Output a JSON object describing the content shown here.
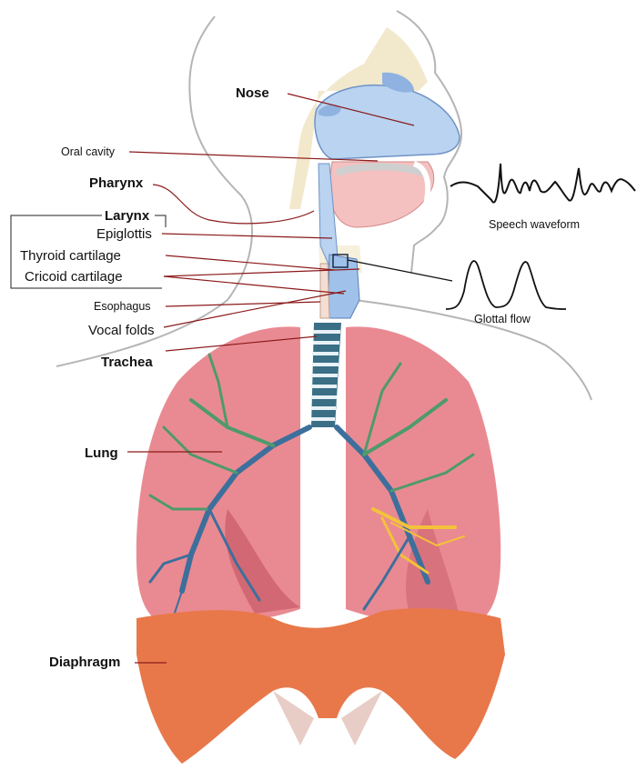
{
  "labels": {
    "nose": "Nose",
    "oral_cavity": "Oral cavity",
    "pharynx": "Pharynx",
    "larynx": "Larynx",
    "epiglottis": "Epiglottis",
    "thyroid_cartilage": "Thyroid cartilage",
    "cricoid_cartilage": "Cricoid cartilage",
    "esophagus": "Esophagus",
    "vocal_folds": "Vocal folds",
    "trachea": "Trachea",
    "lung": "Lung",
    "diaphragm": "Diaphragm",
    "speech_waveform": "Speech waveform",
    "glottal_flow": "Glottal flow"
  },
  "colors": {
    "leader_line": "#8b1a1a",
    "lung": "#e98a92",
    "lung_dark": "#c85a66",
    "bronchi_green": "#4f9a6a",
    "bronchi_blue": "#3d6f9c",
    "bronchi_yellow": "#f3c23a",
    "diaphragm": "#e8784a",
    "airway": "#b9d3f0",
    "skin_outline": "#b5b5b5",
    "bone": "#f1e6c6"
  }
}
